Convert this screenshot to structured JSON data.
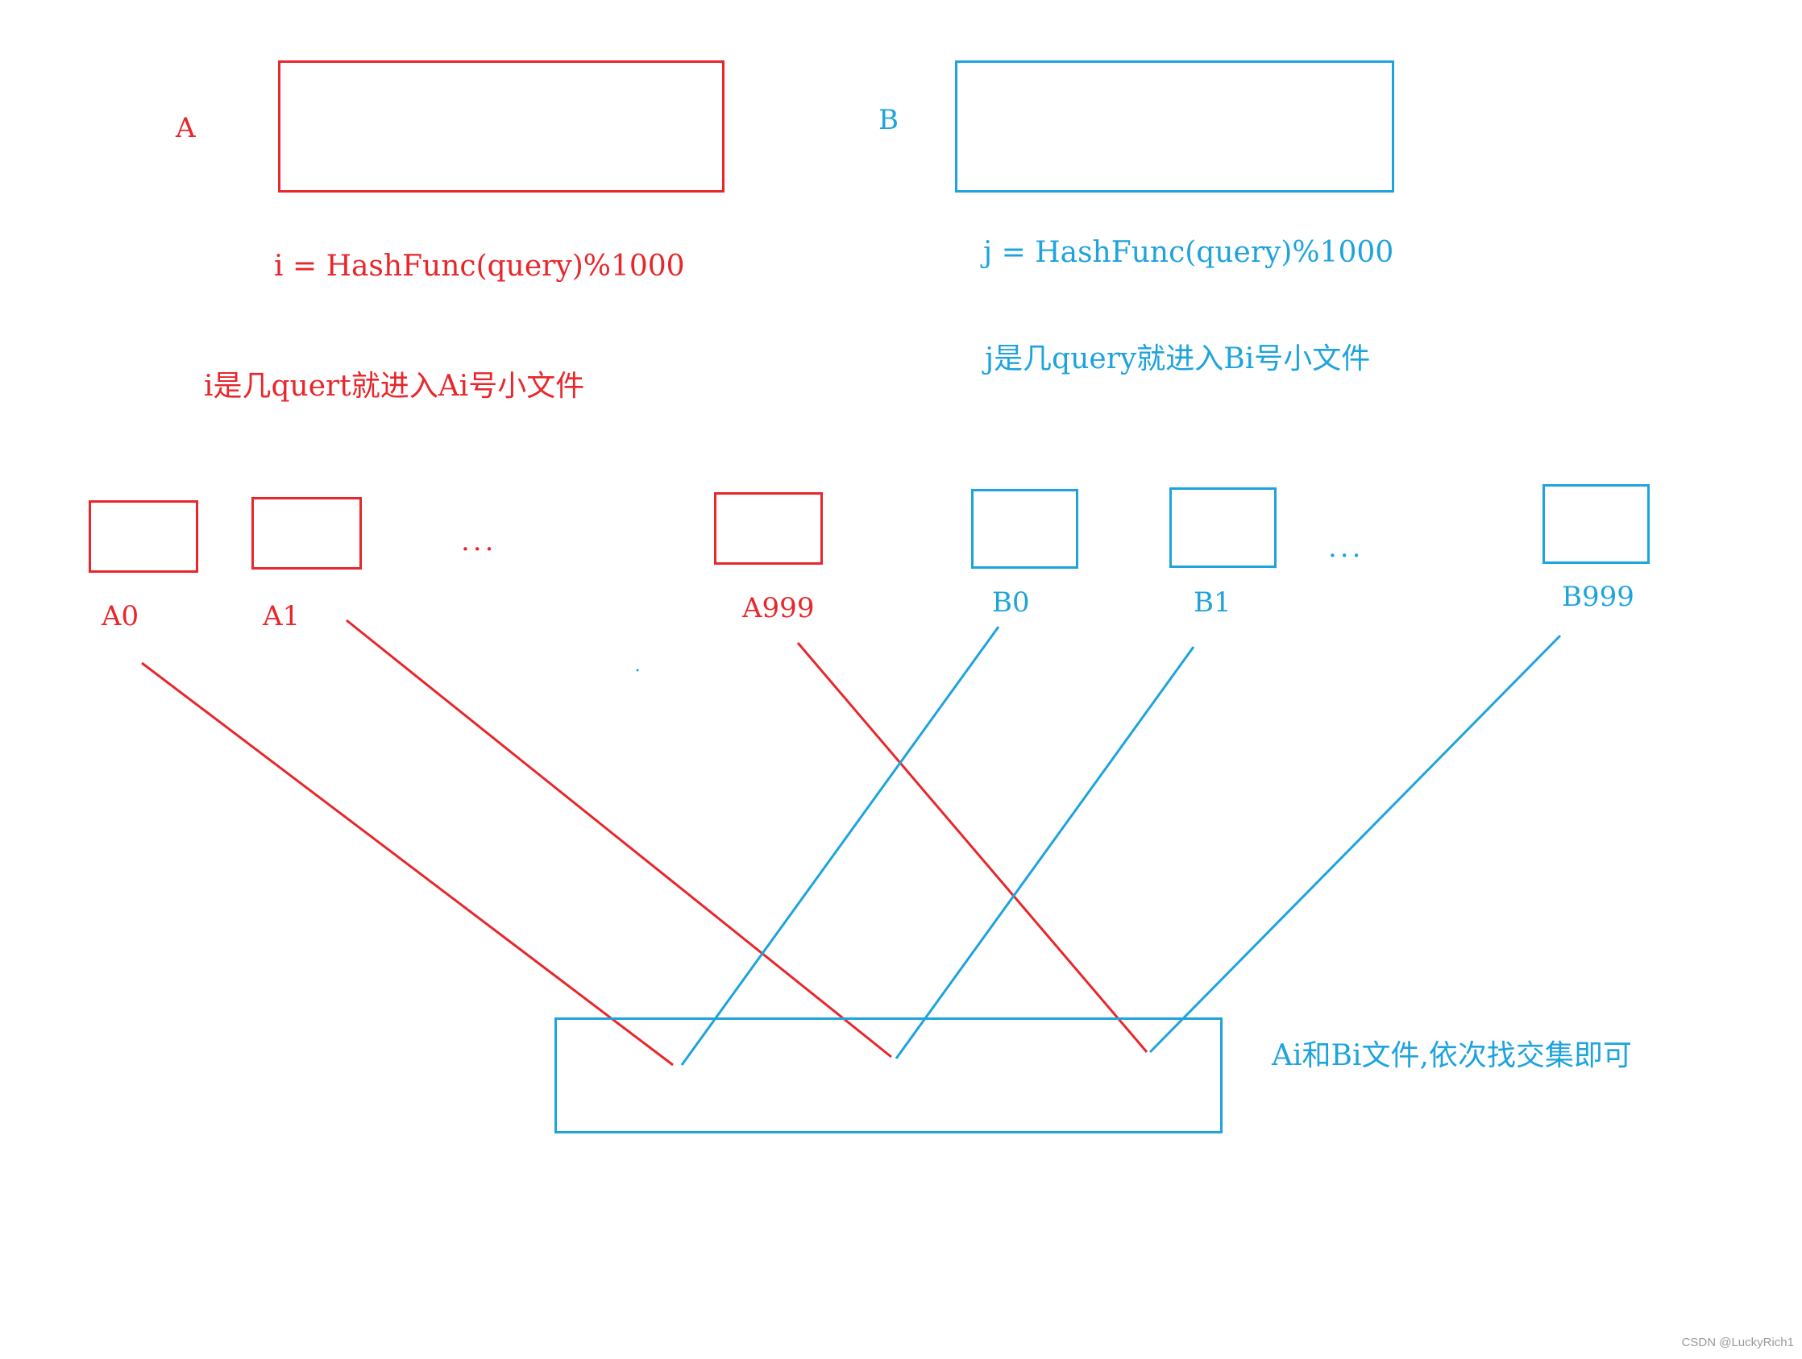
{
  "colors": {
    "red": "#e8262b",
    "blue": "#1ea3dd"
  },
  "labels": {
    "a": "A",
    "b": "B",
    "formula_i": "i = HashFunc(query)%1000",
    "formula_j": "j = HashFunc(query)%1000",
    "desc_i": "i是几quert就进入Ai号小文件",
    "desc_j": "j是几query就进入Bi号小文件",
    "a0": "A0",
    "a1": "A1",
    "a999": "A999",
    "b0": "B0",
    "b1": "B1",
    "b999": "B999",
    "ellipsis_a": "...",
    "ellipsis_b": "...",
    "result": "Ai和Bi文件,依次找交集即可"
  },
  "watermark": "CSDN @LuckyRich1"
}
